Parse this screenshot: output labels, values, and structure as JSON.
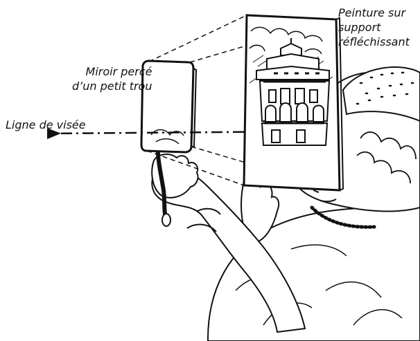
{
  "labels": {
    "painting": [
      "Peinture sur",
      "support",
      "réfléchissant"
    ],
    "mirror": [
      "Miroir percé",
      "d’un petit trou"
    ],
    "sight_line": "Ligne de visée"
  },
  "colors": {
    "ink": "#111111",
    "background": "#ffffff"
  }
}
